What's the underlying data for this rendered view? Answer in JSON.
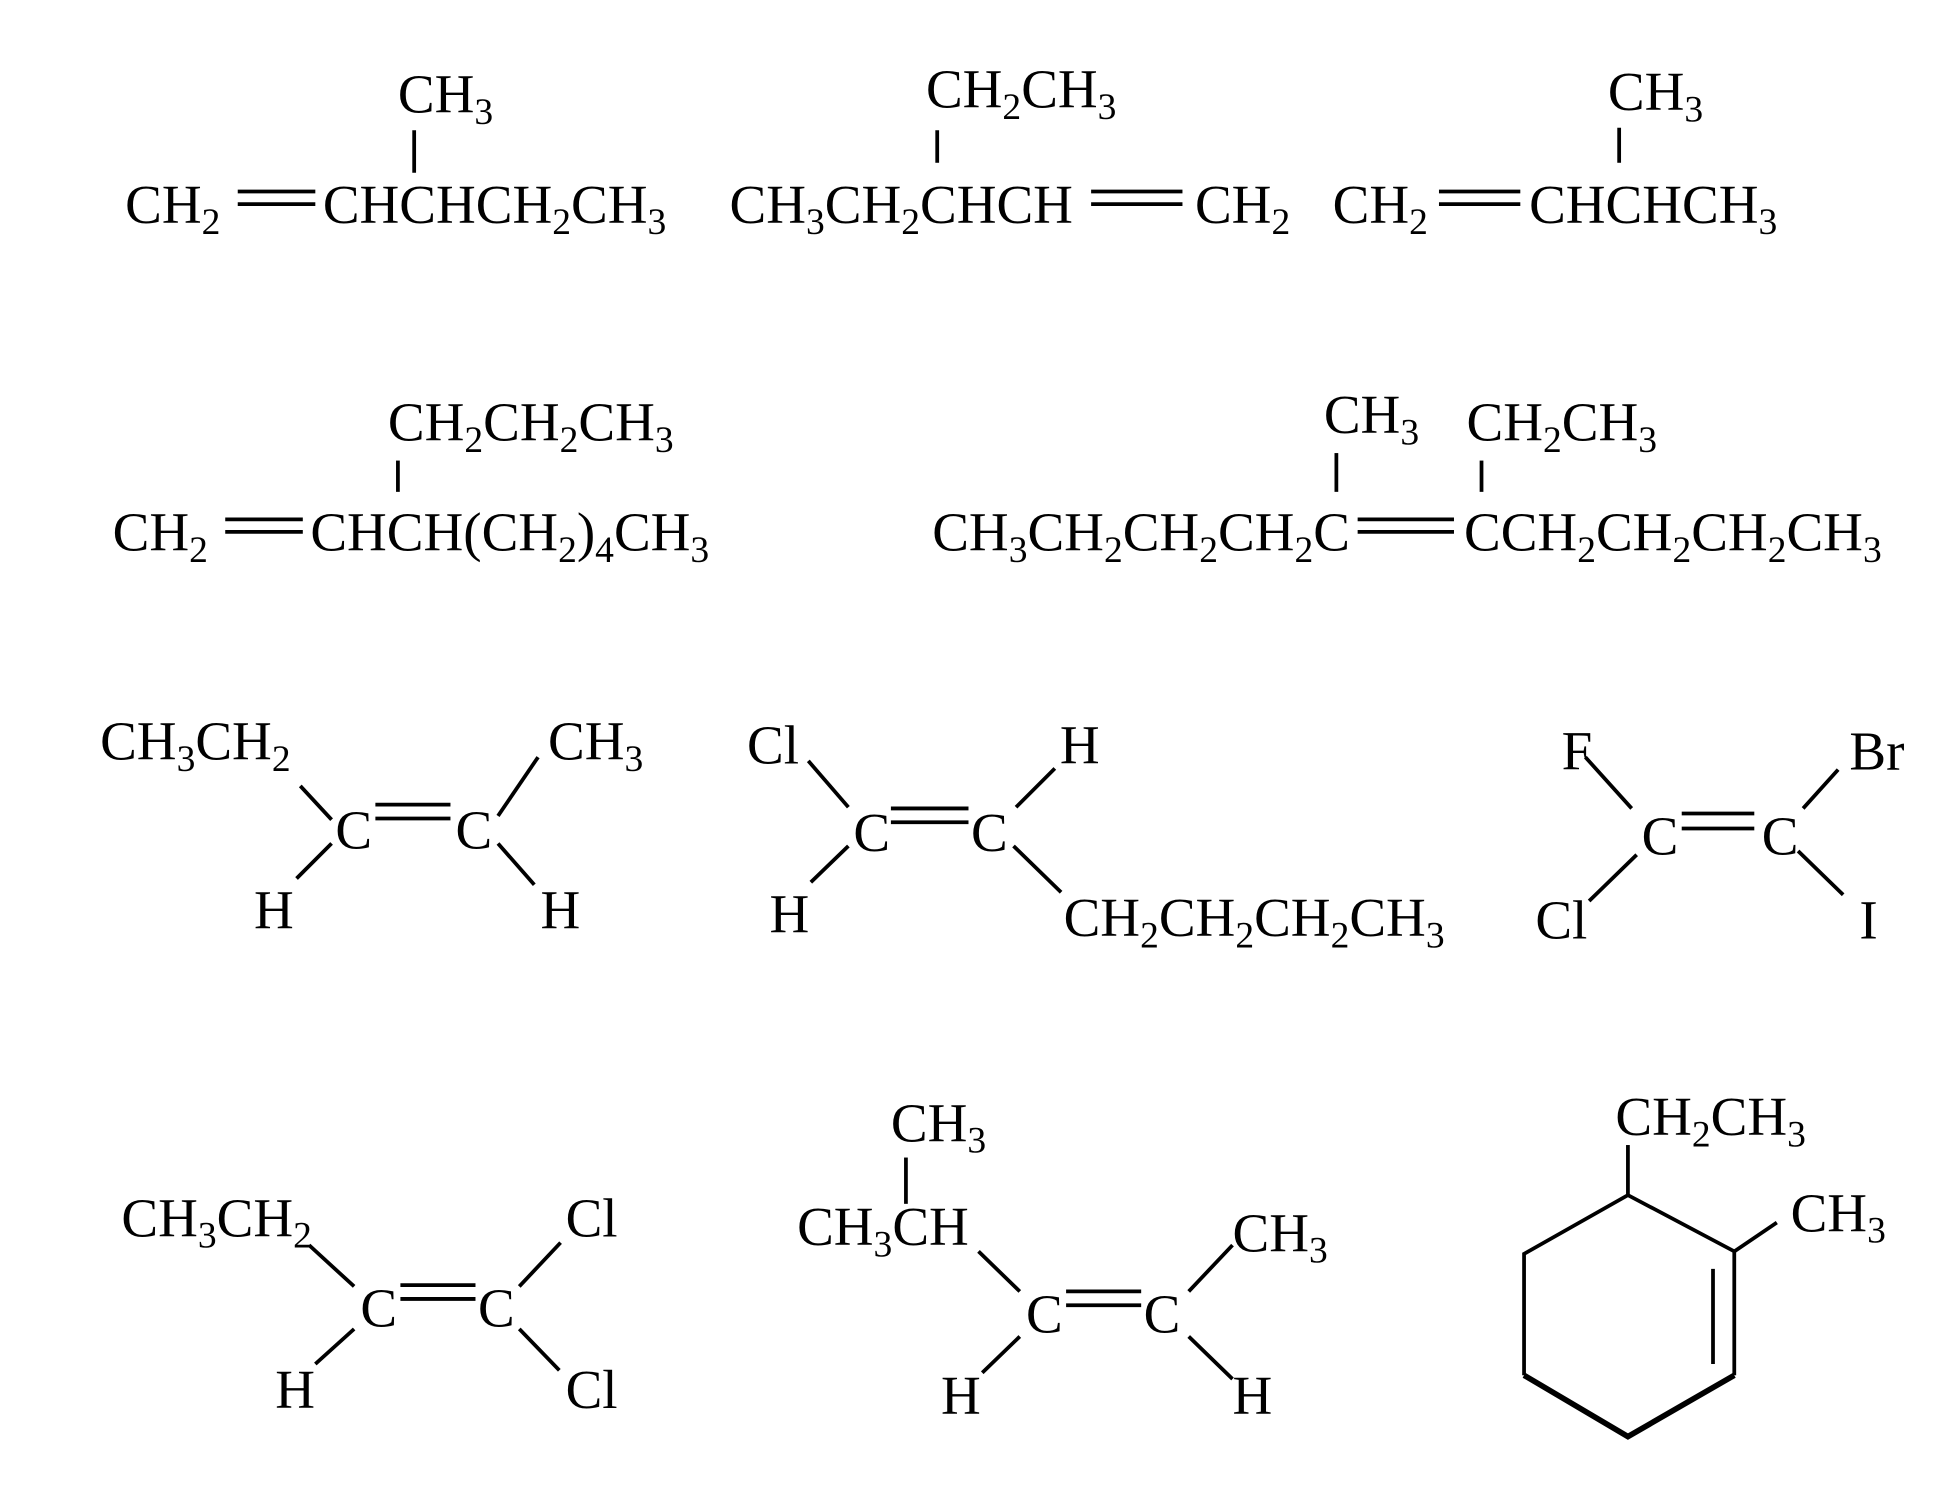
{
  "molecules": [
    {
      "labels": [
        "CH2",
        "CHCHCH2CH3",
        "CH3"
      ]
    },
    {
      "labels": [
        "CH3CH2CHCH",
        "CH2",
        "CH2CH3"
      ]
    },
    {
      "labels": [
        "CH2",
        "CHCHCH3",
        "CH3"
      ]
    },
    {
      "labels": [
        "CH2",
        "CHCH(CH2)4CH3",
        "CH2CH2CH3"
      ]
    },
    {
      "labels": [
        "CH3CH2CH2CH2C",
        "CCH2CH2CH2CH3",
        "CH3",
        "CH2CH3"
      ]
    },
    {
      "labels": [
        "CH3CH2",
        "CH3",
        "C",
        "C",
        "H",
        "H"
      ]
    },
    {
      "labels": [
        "Cl",
        "H",
        "C",
        "C",
        "H",
        "CH2CH2CH2CH3"
      ]
    },
    {
      "labels": [
        "F",
        "Br",
        "C",
        "C",
        "Cl",
        "I"
      ]
    },
    {
      "labels": [
        "CH3CH2",
        "Cl",
        "C",
        "C",
        "H",
        "Cl"
      ]
    },
    {
      "labels": [
        "CH3",
        "CH3CH",
        "CH3",
        "C",
        "C",
        "H",
        "H"
      ]
    },
    {
      "labels": [
        "CH2CH3",
        "CH3"
      ]
    }
  ]
}
